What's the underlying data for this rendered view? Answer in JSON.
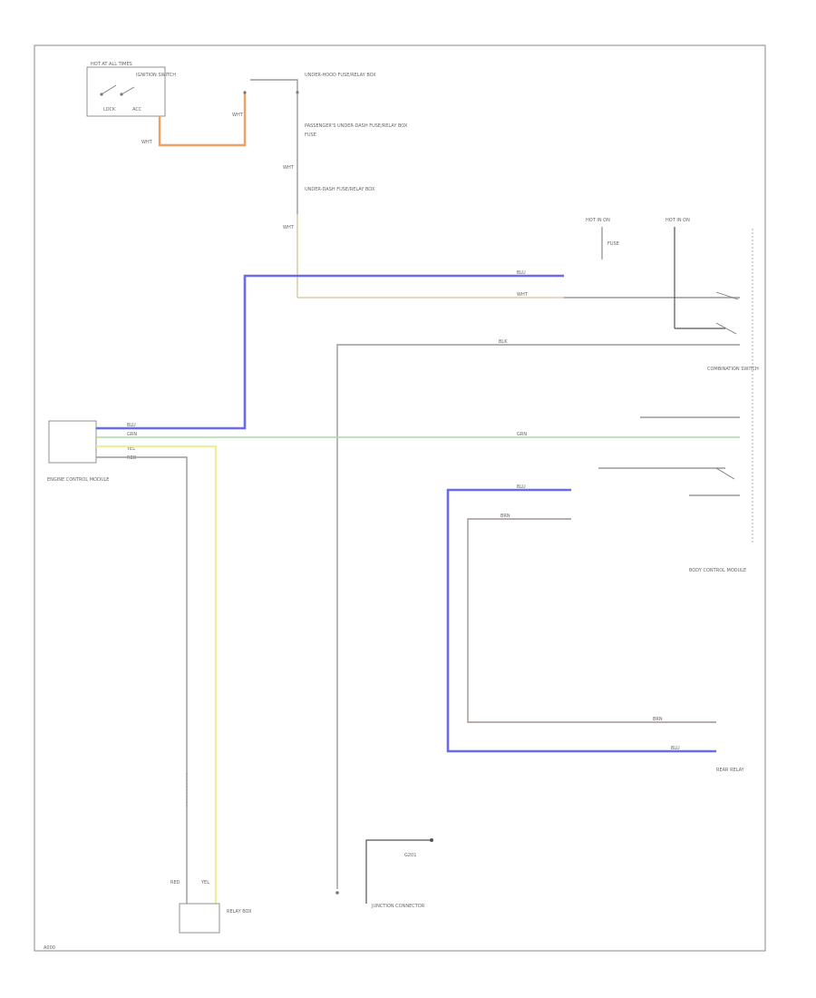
{
  "diagram": {
    "colors": {
      "orange": "#f0a060",
      "blue": "#6a6af0",
      "tan": "#d8ceaa",
      "green": "#a8dca0",
      "yellow": "#eeee9a",
      "brown": "#a89090",
      "gray": "#9a9a9a",
      "frame": "#777777"
    },
    "labels": {
      "hot_at_all_times": "HOT AT ALL TIMES",
      "ignition_switch": "IGNITION SWITCH",
      "sw_lock": "LOCK",
      "sw_acc": "ACC",
      "under_dash_box": "UNDER-HOOD FUSE/RELAY BOX",
      "fuse_a": "FUSE",
      "fuse_b": "FUSE",
      "passenger_box": "PASSENGER'S UNDER-DASH FUSE/RELAY BOX",
      "under_dash_lower": "UNDER-DASH FUSE/RELAY BOX",
      "hot_a": "HOT IN ON",
      "hot_b": "HOT IN ON",
      "combo_switch": "COMBINATION SWITCH",
      "engine_box": "ENGINE CONTROL MODULE",
      "junction": "JUNCTION CONNECTOR",
      "right_module": "BODY CONTROL MODULE",
      "relay_box": "RELAY BOX",
      "ground": "G201",
      "rear_relay": "REAR RELAY",
      "corner": "A000",
      "w_red": "RED",
      "w_blu": "BLU",
      "w_grn": "GRN",
      "w_yel": "YEL",
      "w_wht": "WHT",
      "w_brn": "BRN",
      "w_blk": "BLK"
    }
  }
}
